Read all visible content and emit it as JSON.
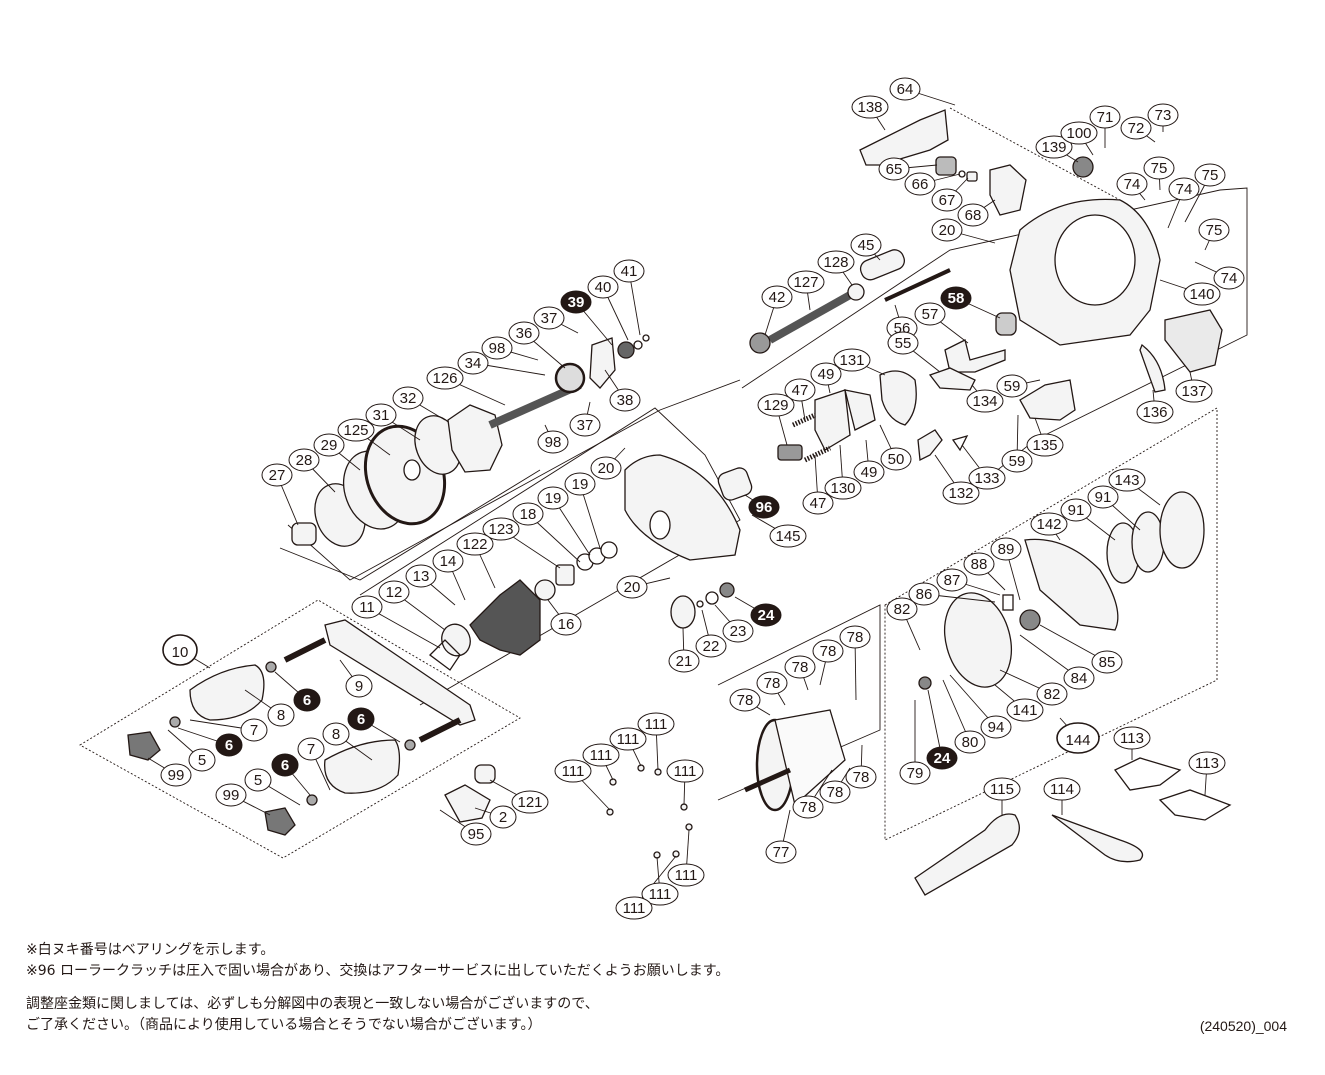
{
  "diagram": {
    "title": "Exploded parts diagram – baitcasting reel",
    "callouts": [
      {
        "id": "c64",
        "label": "64",
        "style": "normal"
      },
      {
        "id": "c138",
        "label": "138",
        "style": "normal"
      },
      {
        "id": "c65",
        "label": "65",
        "style": "normal"
      },
      {
        "id": "c66",
        "label": "66",
        "style": "normal"
      },
      {
        "id": "c67",
        "label": "67",
        "style": "normal"
      },
      {
        "id": "c68",
        "label": "68",
        "style": "normal"
      },
      {
        "id": "c139",
        "label": "139",
        "style": "normal"
      },
      {
        "id": "c100",
        "label": "100",
        "style": "normal"
      },
      {
        "id": "c71",
        "label": "71",
        "style": "normal"
      },
      {
        "id": "c72",
        "label": "72",
        "style": "normal"
      },
      {
        "id": "c73",
        "label": "73",
        "style": "normal"
      },
      {
        "id": "c74a",
        "label": "74",
        "style": "normal"
      },
      {
        "id": "c75a",
        "label": "75",
        "style": "normal"
      },
      {
        "id": "c74b",
        "label": "74",
        "style": "normal"
      },
      {
        "id": "c75b",
        "label": "75",
        "style": "normal"
      },
      {
        "id": "c75c",
        "label": "75",
        "style": "normal"
      },
      {
        "id": "c74c",
        "label": "74",
        "style": "normal"
      },
      {
        "id": "c140",
        "label": "140",
        "style": "normal"
      },
      {
        "id": "c20a",
        "label": "20",
        "style": "normal"
      },
      {
        "id": "c45",
        "label": "45",
        "style": "normal"
      },
      {
        "id": "c128",
        "label": "128",
        "style": "normal"
      },
      {
        "id": "c127",
        "label": "127",
        "style": "normal"
      },
      {
        "id": "c42",
        "label": "42",
        "style": "normal"
      },
      {
        "id": "c56",
        "label": "56",
        "style": "normal"
      },
      {
        "id": "c58",
        "label": "58",
        "style": "bearing"
      },
      {
        "id": "c57",
        "label": "57",
        "style": "normal"
      },
      {
        "id": "c55",
        "label": "55",
        "style": "normal"
      },
      {
        "id": "c131",
        "label": "131",
        "style": "normal"
      },
      {
        "id": "c49a",
        "label": "49",
        "style": "normal"
      },
      {
        "id": "c47a",
        "label": "47",
        "style": "normal"
      },
      {
        "id": "c129",
        "label": "129",
        "style": "normal"
      },
      {
        "id": "c134",
        "label": "134",
        "style": "normal"
      },
      {
        "id": "c59a",
        "label": "59",
        "style": "normal"
      },
      {
        "id": "c59b",
        "label": "59",
        "style": "normal"
      },
      {
        "id": "c135",
        "label": "135",
        "style": "normal"
      },
      {
        "id": "c136",
        "label": "136",
        "style": "normal"
      },
      {
        "id": "c137",
        "label": "137",
        "style": "normal"
      },
      {
        "id": "c50",
        "label": "50",
        "style": "normal"
      },
      {
        "id": "c49b",
        "label": "49",
        "style": "normal"
      },
      {
        "id": "c130",
        "label": "130",
        "style": "normal"
      },
      {
        "id": "c47b",
        "label": "47",
        "style": "normal"
      },
      {
        "id": "c132",
        "label": "132",
        "style": "normal"
      },
      {
        "id": "c133",
        "label": "133",
        "style": "normal"
      },
      {
        "id": "c96",
        "label": "96",
        "style": "bearing"
      },
      {
        "id": "c145",
        "label": "145",
        "style": "normal"
      },
      {
        "id": "c41",
        "label": "41",
        "style": "normal"
      },
      {
        "id": "c40",
        "label": "40",
        "style": "normal"
      },
      {
        "id": "c39",
        "label": "39",
        "style": "bearing"
      },
      {
        "id": "c37a",
        "label": "37",
        "style": "normal"
      },
      {
        "id": "c36",
        "label": "36",
        "style": "normal"
      },
      {
        "id": "c98a",
        "label": "98",
        "style": "normal"
      },
      {
        "id": "c34",
        "label": "34",
        "style": "normal"
      },
      {
        "id": "c126",
        "label": "126",
        "style": "normal"
      },
      {
        "id": "c38",
        "label": "38",
        "style": "normal"
      },
      {
        "id": "c37b",
        "label": "37",
        "style": "normal"
      },
      {
        "id": "c98b",
        "label": "98",
        "style": "normal"
      },
      {
        "id": "c32",
        "label": "32",
        "style": "normal"
      },
      {
        "id": "c31",
        "label": "31",
        "style": "normal"
      },
      {
        "id": "c125",
        "label": "125",
        "style": "normal"
      },
      {
        "id": "c29",
        "label": "29",
        "style": "normal"
      },
      {
        "id": "c28",
        "label": "28",
        "style": "normal"
      },
      {
        "id": "c27",
        "label": "27",
        "style": "normal"
      },
      {
        "id": "c20b",
        "label": "20",
        "style": "normal"
      },
      {
        "id": "c19a",
        "label": "19",
        "style": "normal"
      },
      {
        "id": "c19b",
        "label": "19",
        "style": "normal"
      },
      {
        "id": "c18",
        "label": "18",
        "style": "normal"
      },
      {
        "id": "c123",
        "label": "123",
        "style": "normal"
      },
      {
        "id": "c122",
        "label": "122",
        "style": "normal"
      },
      {
        "id": "c14",
        "label": "14",
        "style": "normal"
      },
      {
        "id": "c13",
        "label": "13",
        "style": "normal"
      },
      {
        "id": "c12",
        "label": "12",
        "style": "normal"
      },
      {
        "id": "c11",
        "label": "11",
        "style": "normal"
      },
      {
        "id": "c16",
        "label": "16",
        "style": "normal"
      },
      {
        "id": "c20c",
        "label": "20",
        "style": "normal"
      },
      {
        "id": "c24a",
        "label": "24",
        "style": "bearing"
      },
      {
        "id": "c23",
        "label": "23",
        "style": "normal"
      },
      {
        "id": "c22",
        "label": "22",
        "style": "normal"
      },
      {
        "id": "c21",
        "label": "21",
        "style": "normal"
      },
      {
        "id": "c10",
        "label": "10",
        "style": "assembly"
      },
      {
        "id": "c9",
        "label": "9",
        "style": "normal"
      },
      {
        "id": "c6a",
        "label": "6",
        "style": "bearing"
      },
      {
        "id": "c8a",
        "label": "8",
        "style": "normal"
      },
      {
        "id": "c7a",
        "label": "7",
        "style": "normal"
      },
      {
        "id": "c6b",
        "label": "6",
        "style": "bearing"
      },
      {
        "id": "c5a",
        "label": "5",
        "style": "normal"
      },
      {
        "id": "c99a",
        "label": "99",
        "style": "normal"
      },
      {
        "id": "c6c",
        "label": "6",
        "style": "bearing"
      },
      {
        "id": "c8b",
        "label": "8",
        "style": "normal"
      },
      {
        "id": "c7b",
        "label": "7",
        "style": "normal"
      },
      {
        "id": "c6d",
        "label": "6",
        "style": "bearing"
      },
      {
        "id": "c5b",
        "label": "5",
        "style": "normal"
      },
      {
        "id": "c99b",
        "label": "99",
        "style": "normal"
      },
      {
        "id": "c121",
        "label": "121",
        "style": "normal"
      },
      {
        "id": "c2",
        "label": "2",
        "style": "normal"
      },
      {
        "id": "c95",
        "label": "95",
        "style": "normal"
      },
      {
        "id": "c111a",
        "label": "111",
        "style": "normal"
      },
      {
        "id": "c111b",
        "label": "111",
        "style": "normal"
      },
      {
        "id": "c111c",
        "label": "111",
        "style": "normal"
      },
      {
        "id": "c111d",
        "label": "111",
        "style": "normal"
      },
      {
        "id": "c111e",
        "label": "111",
        "style": "normal"
      },
      {
        "id": "c111f",
        "label": "111",
        "style": "normal"
      },
      {
        "id": "c111g",
        "label": "111",
        "style": "normal"
      },
      {
        "id": "c111h",
        "label": "111",
        "style": "normal"
      },
      {
        "id": "c78a",
        "label": "78",
        "style": "normal"
      },
      {
        "id": "c78b",
        "label": "78",
        "style": "normal"
      },
      {
        "id": "c78c",
        "label": "78",
        "style": "normal"
      },
      {
        "id": "c78d",
        "label": "78",
        "style": "normal"
      },
      {
        "id": "c78e",
        "label": "78",
        "style": "normal"
      },
      {
        "id": "c78f",
        "label": "78",
        "style": "normal"
      },
      {
        "id": "c78g",
        "label": "78",
        "style": "normal"
      },
      {
        "id": "c78h",
        "label": "78",
        "style": "normal"
      },
      {
        "id": "c77",
        "label": "77",
        "style": "normal"
      },
      {
        "id": "c143",
        "label": "143",
        "style": "normal"
      },
      {
        "id": "c91a",
        "label": "91",
        "style": "normal"
      },
      {
        "id": "c91b",
        "label": "91",
        "style": "normal"
      },
      {
        "id": "c142",
        "label": "142",
        "style": "normal"
      },
      {
        "id": "c89",
        "label": "89",
        "style": "normal"
      },
      {
        "id": "c88",
        "label": "88",
        "style": "normal"
      },
      {
        "id": "c87",
        "label": "87",
        "style": "normal"
      },
      {
        "id": "c86",
        "label": "86",
        "style": "normal"
      },
      {
        "id": "c82a",
        "label": "82",
        "style": "normal"
      },
      {
        "id": "c85",
        "label": "85",
        "style": "normal"
      },
      {
        "id": "c84",
        "label": "84",
        "style": "normal"
      },
      {
        "id": "c82b",
        "label": "82",
        "style": "normal"
      },
      {
        "id": "c141",
        "label": "141",
        "style": "normal"
      },
      {
        "id": "c94",
        "label": "94",
        "style": "normal"
      },
      {
        "id": "c80",
        "label": "80",
        "style": "normal"
      },
      {
        "id": "c24b",
        "label": "24",
        "style": "bearing"
      },
      {
        "id": "c79",
        "label": "79",
        "style": "normal"
      },
      {
        "id": "c144",
        "label": "144",
        "style": "assembly"
      },
      {
        "id": "c113a",
        "label": "113",
        "style": "normal"
      },
      {
        "id": "c113b",
        "label": "113",
        "style": "normal"
      },
      {
        "id": "c115",
        "label": "115",
        "style": "normal"
      },
      {
        "id": "c114",
        "label": "114",
        "style": "normal"
      }
    ]
  },
  "notes": {
    "line1": "※白ヌキ番号はベアリングを示します。",
    "line2": "※96 ローラークラッチは圧入で固い場合があり、交換はアフターサービスに出していただくようお願いします。",
    "line3": "調整座金類に関しましては、必ずしも分解図中の表現と一致しない場合がございますので、",
    "line4": "ご了承ください。（商品により使用している場合とそうでない場合がございます。）"
  },
  "doc_code": "(240520)_004",
  "colors": {
    "ink": "#231815",
    "paper": "#ffffff",
    "bearing_fill": "#231815",
    "part_fill": "#f2f2f2",
    "part_dark": "#8a8a8a"
  }
}
